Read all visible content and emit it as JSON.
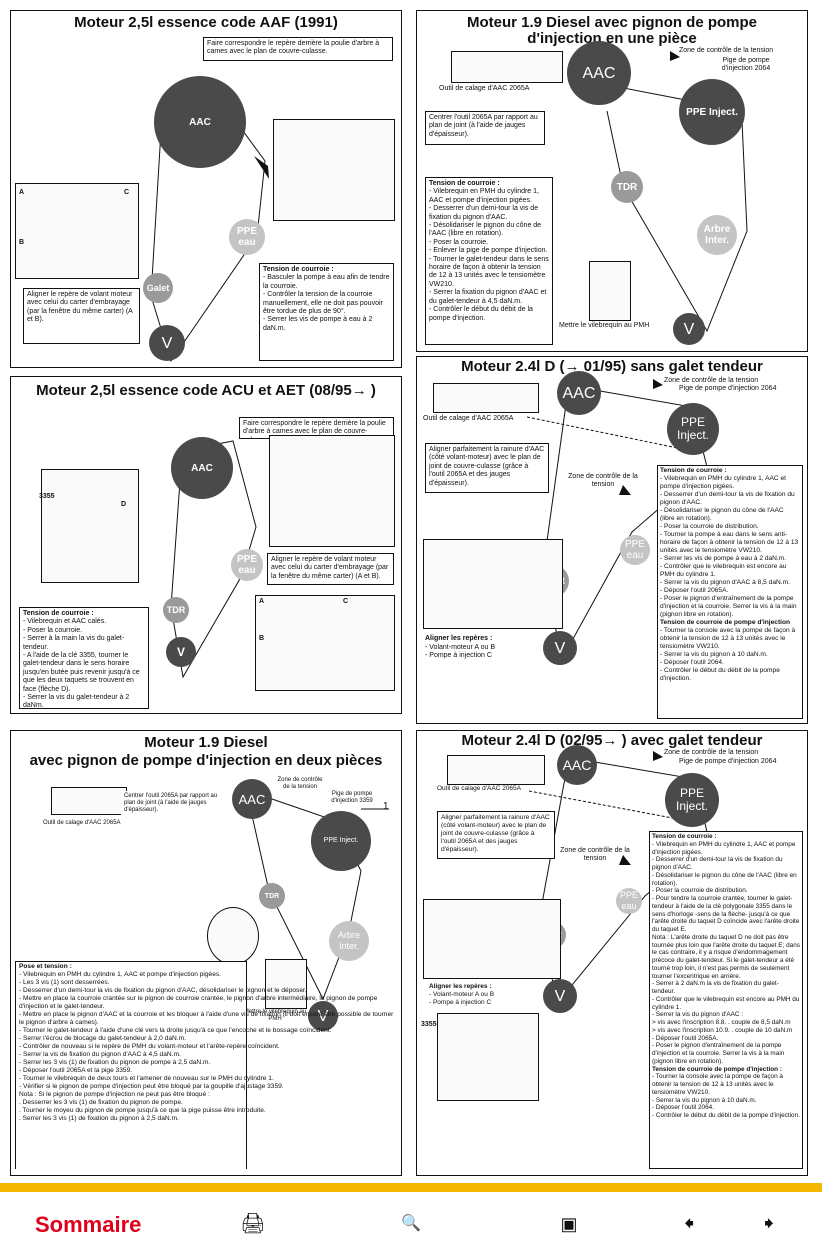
{
  "panels": {
    "aaf": {
      "title": "Moteur 2,5l essence code AAF (1991)",
      "note": "Faire correspondre le repère derrière la poulie d'arbre à cames avec le plan de couvre-culasse.",
      "align": "Aligner le repère de volant moteur avec celui du carter d'embrayage (par la fenêtre du même carter) (A et B).",
      "tension_title": "Tension de courroie :",
      "tension": "- Basculer la pompe à eau afin de tendre la courroie.\n- Contrôler la tension de la courroie manuellement, elle ne doit pas pouvoir être tordue de plus de 90°.\n- Serrer les vis de pompe à eau à 2 daN.m.",
      "circles": {
        "aac": "AAC",
        "ppe": "PPE eau",
        "galet": "Galet",
        "v": "V"
      },
      "letters": {
        "a": "A",
        "b": "B",
        "c": "C"
      }
    },
    "d19_one": {
      "title": "Moteur 1.9 Diesel avec pignon de pompe d'injection en une pièce",
      "zone": "Zone de contrôle de la tension",
      "pige": "Pige de pompe d'injection 2064",
      "tool": "Outil de calage d'AAC 2065A",
      "center": "Centrer l'outil 2065A par rapport au plan de joint (à l'aide de jauges d'épaisseur).",
      "tension_title": "Tension de courroie :",
      "tension": "- Vilebrequin en PMH du cylindre 1, AAC et pompe d'injection pigées.\n- Desserrer d'un demi-tour la vis de fixation du pignon d'AAC.\n- Désolidariser le pignon du cône de l'AAC (libre en rotation).\n- Poser la courroie.\n- Enlever la pige de pompe d'injection.\n- Tourner le galet-tendeur dans le sens horaire de façon à obtenir la tension de 12 à 13 unités avec le tensiomètre VW210.\n- Serrer la fixation du pignon d'AAC et du galet-tendeur à 4,5 daN.m.\n- Contrôler le début du débit de la pompe d'injection.",
      "pmh": "Mettre le vilebrequin au PMH",
      "circles": {
        "aac": "AAC",
        "ppe": "PPE Inject.",
        "tdr": "TDR",
        "arbre": "Arbre Inter.",
        "v": "V"
      }
    },
    "acu": {
      "title": "Moteur 2,5l essence code ACU et AET (08/95→ )",
      "note": "Faire correspondre le repère derrière la poulie d'arbre à cames avec le plan de couvre-culasse.",
      "align": "Aligner le repère de volant moteur avec celui du carter d'embrayage (par la fenêtre du même carter) (A et B).",
      "tension_title": "Tension de courroie :",
      "tension": "- Vilebrequin et AAC calés.\n- Poser la courroie.\n- Serrer à la main la vis du galet-tendeur.\n- A l'aide de la clé 3355, tourner le galet-tendeur dans le sens horaire jusqu'en butée puis revenir jusqu'à ce que les deux taquets se trouvent en face (flèche D).\n- Serrer la vis du galet-tendeur à 2 daNm.",
      "ref": "3355",
      "circles": {
        "aac": "AAC",
        "ppe": "PPE eau",
        "tdr": "TDR",
        "v": "V"
      },
      "letters": {
        "a": "A",
        "b": "B",
        "c": "C",
        "d": "D"
      }
    },
    "d24_a": {
      "title": "Moteur 2.4l D (→ 01/95) sans galet tendeur",
      "zone": "Zone de contrôle de la tension",
      "pige": "Pige de pompe d'injection 2064",
      "tool": "Outil de calage d'AAC 2065A",
      "zone2": "Zone de contrôle de la tension",
      "align_groove": "Aligner parfaitement la rainure d'AAC (côté volant-moteur) avec le plan de joint de couvre-culasse (grâce à l'outil 2065A et des jauges d'épaisseur).",
      "align_marks_title": "Aligner les repères :",
      "align_marks": "- Volant-moteur A ou B\n- Pompe à injection C",
      "tension_title": "Tension de courroie :",
      "tension": "- Vilebrequin en PMH du cylindre 1, AAC et pompe d'injection pigées.\n- Desserrer d'un demi-tour la vis de fixation du pignon d'AAC.\n- Désolidariser le pignon du cône de l'AAC (libre en rotation).\n- Poser la courroie de distribution.\n- Tourner la pompe à eau dans le sens anti-horaire de façon à obtenir la tension de 12 à 13 unités avec le tensiomètre VW210.\n- Serrer les vis de pompe à eau à 2 daN.m.\n- Contrôler que le vilebrequin est encore au PMH du cylindre 1.\n- Serrer la vis du pignon d'AAC à 8,5 daN.m.\n- Déposer l'outil 2065A.\n- Poser le pignon d'entraînement de la pompe d'injection et la courroie. Serrer la vis à la main (pignon libre en rotation).",
      "tension2_title": "Tension de courroie de pompe d'injection",
      "tension2": "- Tourner la console avec la pompe de façon à obtenir la tension de 12 à 13 unités avec le tensiomètre VW210.\n- Serrer la vis du pignon à 10 daN.m.\n- Déposer l'outil 2064.\n- Contrôler le début du débit de la pompe d'injection.",
      "circles": {
        "aac": "AAC",
        "ppe": "PPE Inject.",
        "ppe_eau": "PPE eau",
        "galet": "Galet",
        "v": "V"
      }
    },
    "d19_two": {
      "title_line1": "Moteur 1.9 Diesel",
      "title_line2": "avec pignon de pompe d'injection en deux pièces",
      "zone": "Zone de contrôle de la tension",
      "pige": "Pige de pompe d'injection 3359",
      "tool": "Outil de calage d'AAC 2065A",
      "center": "Centrer l'outil 2065A par rapport au plan de joint (à l'aide de jauges d'épaisseur).",
      "pmh": "Mettre le vilebrequin au PMH",
      "mark_1": "1",
      "pose_title": "Pose et tension :",
      "pose": "- Vilebrequin en PMH du cylindre 1, AAC et pompe d'injection pigées.\n- Les 3 vis (1) sont desserrées.\n- Desserrer d'un demi-tour la vis de fixation du pignon d'AAC, désolidariser le pignon et le déposer.\n- Mettre en place la courroie crantée sur le pignon de courroie crantée, le pignon d'arbre intermédiaire, le pignon de pompe d'injection et le galet-tendeur.\n- Mettre en place le pignon d'AAC et la courroie et les bloquer à l'aide d'une vis de fixation (il doit encore être possible de tourner le pignon d'arbre à cames).\n- Tourner le galet-tendeur à l'aide d'une clé vers la droite jusqu'à ce que l'encoche et le bossage coïncident.\n- Serrer l'écrou de blocage du galet-tendeur à 2,0 daN.m.\n- Contrôler de nouveau si le repère de PMH du volant-moteur et l'arête-repère coïncident.\n- Serrer la vis de fixation du pignon d'AAC à 4,5 daN.m.\n- Serrer les 3 vis (1) de fixation du pignon de pompe à 2,5 daN.m.\n- Déposer l'outil 2065A et la pige 3359.\n- Tourner le vilebrequin de deux tours et l'amener de nouveau sur le PMH du cylindre 1.\n- Vérifier si le pignon de pompe d'injection peut être bloqué par la goupille d'ajustage 3359.\nNota : Si le pignon de pompe d'injection ne peut pas être bloqué :\n. Desserrer les 3 vis (1) de fixation du pignon de pompe.\n. Tourner le moyeu du pignon de pompe jusqu'à ce que la pige puisse être introduite.\n. Serrer les 3 vis (1) de fixation du pignon à 2,5 daN.m.",
      "circles": {
        "aac": "AAC",
        "ppe": "PPE Inject.",
        "tdr": "TDR",
        "arbre": "Arbre Inter.",
        "v": "V"
      }
    },
    "d24_b": {
      "title": "Moteur 2.4l D (02/95→ ) avec galet tendeur",
      "zone": "Zone de contrôle de la tension",
      "pige": "Pige de pompe d'injection 2064",
      "tool": "Outil de calage d'AAC 2065A",
      "zone2": "Zone de contrôle de la tension",
      "align_groove": "Aligner parfaitement la rainure d'AAC (côté volant-moteur) avec le plan de joint de couvre-culasse (grâce à l'outil 2065A et des jauges d'épaisseur).",
      "align_marks_title": "Aligner les repères :",
      "align_marks": "- Volant-moteur A ou B\n- Pompe à injection C",
      "ref": "3355",
      "tension_title": "Tension de courroie :",
      "tension": "- Vilebrequin en PMH du cylindre 1, AAC et pompe d'injection pigées.\n- Desserrer d'un demi-tour la vis de fixation du pignon d'AAC.\n- Désolidariser le pignon du cône de l'AAC (libre en rotation).\n- Poser la courroie de distribution.\n- Pour tendre la courroie crantée, tourner le galet-tendeur à l'aide de la clé polygonale 3355 dans le sens d'horloge -sens de la flèche- jusqu'à ce que l'arête droite du taquet D coïncide avec l'arête droite du taquet E.\nNota : L'arête droite du taquet D ne doit pas être tournée plus loin que l'arête droite du taquet E; dans le cas contraire, il y a risque d'endommagement précoce du galet-tendeur. Si le galet-tendeur a été tourné trop loin, il n'est pas permis de seulement tourner l'excentrique en arrière.\n- Serrer à 2 daN.m la vis de fixation du galet-tendeur.\n- Contrôler que le vilebrequin est encore au PMH du cylindre 1.\n- Serrer la vis du pignon d'AAC :\n> vis avec l'inscription 8.8. . couple de 8,5 daN.m\n> vis avec l'inscription 10.9. . couple de 10 daN.m\n- Déposer l'outil 2065A.\n- Poser le pignon d'entraînement de la pompe d'injection et la courroie. Serrer la vis à la main (pignon libre en rotation).",
      "tension2_title": "Tension de courroie de pompe d'injection :",
      "tension2": "- Tourner la console avec la pompe de façon à obtenir la tension de 12 à 13 unités avec le tensiomètre VW210.\n- Serrer la vis du pignon à 10 daN.m.\n- Déposer l'outil 2064.\n- Contrôler le début du débit de la pompe d'injection.",
      "circles": {
        "aac": "AAC",
        "ppe": "PPE Inject.",
        "ppe_eau": "PPE eau",
        "tdr": "TDR",
        "v": "V"
      }
    }
  },
  "footer": {
    "sommaire": "Sommaire",
    "icons": [
      "printer-icon",
      "search-document-icon",
      "binoculars-icon",
      "arrow-left-icon",
      "arrow-right-icon"
    ],
    "accent": "#f5b800",
    "link_color": "#e0001b"
  }
}
